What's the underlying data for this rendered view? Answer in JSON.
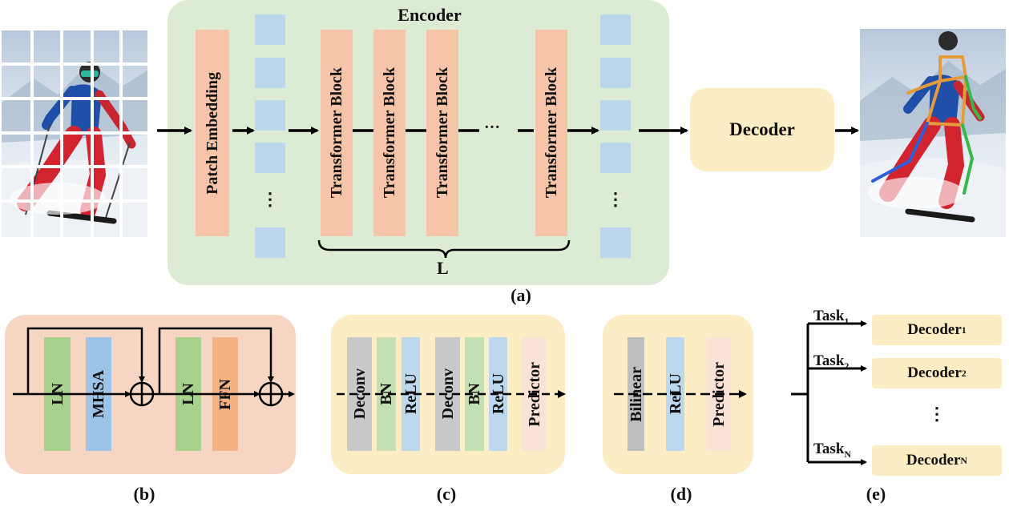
{
  "panel_a": {
    "caption": "(a)",
    "encoder_title": "Encoder",
    "patch_embedding": "Patch Embedding",
    "transformer_block": "Transformer Block",
    "ellipsis_h": "···",
    "ellipsis_v": "⋮",
    "brace_label": "L",
    "decoder": "Decoder"
  },
  "panel_b": {
    "caption": "(b)",
    "blocks": [
      "LN",
      "MHSA",
      "LN",
      "FFN"
    ]
  },
  "panel_c": {
    "caption": "(c)",
    "blocks": [
      "Deconv",
      "BN",
      "ReLU",
      "Deconv",
      "BN",
      "ReLU",
      "Predictor"
    ]
  },
  "panel_d": {
    "caption": "(d)",
    "blocks": [
      "Bilinear",
      "ReLU",
      "Predictor"
    ]
  },
  "panel_e": {
    "caption": "(e)",
    "task_word": "Task",
    "decoder_word": "Decoder",
    "subscripts": [
      "1",
      "2",
      "N"
    ],
    "ellipsis_v": "⋮"
  },
  "colors": {
    "encoder_bg": "#dcebd3",
    "orange_block": "#f6c4a8",
    "token_blue": "#bcd6ee",
    "decoder_bg": "#fdedc5",
    "panel_b_bg": "#f6d6c2",
    "panel_cd_bg": "#fdedc5",
    "ln_green": "#a9d18e",
    "mhsa_blue": "#9dc3e6",
    "ffn_orange": "#f4b183",
    "deconv_gray": "#c9c9c9",
    "bn_green": "#c5e0b4",
    "relu_blue": "#bdd7ee",
    "predictor_pink": "#fbe2d6",
    "bilinear_gray": "#bfbfbf"
  }
}
